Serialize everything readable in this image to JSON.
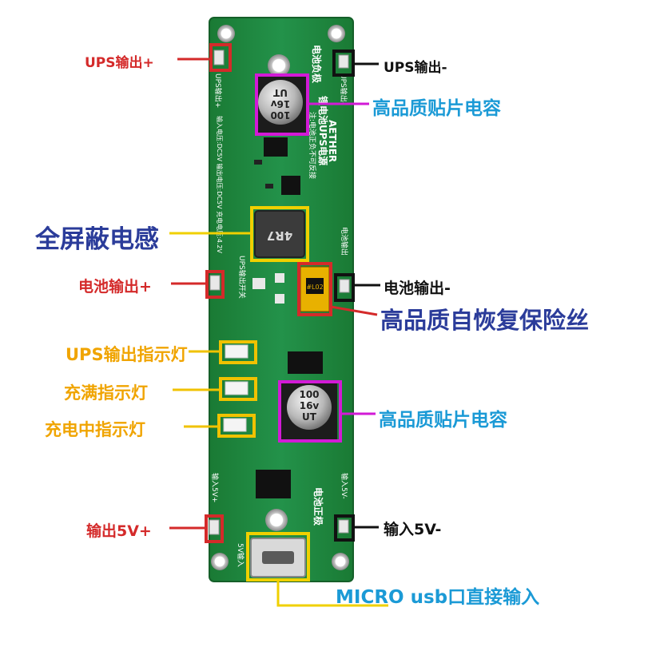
{
  "colors": {
    "red": "#d42a2a",
    "black": "#111111",
    "cyan": "#1b9ad6",
    "magenta": "#d21ad6",
    "yellow": "#f0d000",
    "orange": "#f0a400",
    "navy": "#2b3c9a",
    "pcb": "#1f8a3c"
  },
  "labels": {
    "ups_out_pos": "UPS输出+",
    "ups_out_neg": "UPS输出-",
    "cap_top": "高品质贴片电容",
    "inductor": "全屏蔽电感",
    "batt_out_pos": "电池输出+",
    "batt_out_neg": "电池输出-",
    "fuse": "高品质自恢复保险丝",
    "led_ups": "UPS输出指示灯",
    "led_full": "充满指示灯",
    "cap_mid": "高品质贴片电容",
    "led_charging": "充电中指示灯",
    "out_5v_pos": "输出5V+",
    "in_5v_neg": "输入5V-",
    "micro_usb": "MICRO usb口直接输入"
  },
  "board": {
    "title": "锂电池UPS电源",
    "brand": "AETHER",
    "note": "注:电池正负不可反接",
    "inductor_mark": "4R7",
    "cap_top_mark": [
      "100",
      "16v",
      "UT"
    ],
    "cap_mid_mark": [
      "100",
      "16v",
      "UT"
    ],
    "fuse_mark": "#L02",
    "silk_batt_neg": "电池负极",
    "silk_batt_pos": "电池正极",
    "silk_ups_out_pos": "UPS输出+",
    "silk_ups_out_neg": "UPS输出-",
    "silk_batt_out": "电池输出",
    "silk_switch": "UPS输出开关",
    "silk_in_pos": "输入5V+",
    "silk_in_neg": "输入5V-",
    "silk_5v_in": "5V输入",
    "silk_spec": "输入电压:DC5V 输出电压:DC5V 充电电压:4.2V"
  }
}
